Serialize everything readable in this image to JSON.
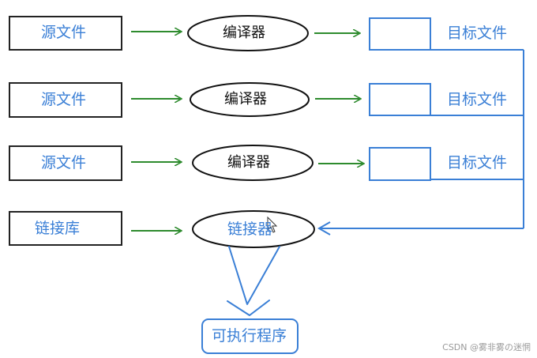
{
  "source_files": [
    {
      "label": "源文件"
    },
    {
      "label": "源文件"
    },
    {
      "label": "源文件"
    },
    {
      "label": "链接库"
    }
  ],
  "processors": [
    {
      "label": "编译器"
    },
    {
      "label": "编译器"
    },
    {
      "label": "编译器"
    },
    {
      "label": "链接器"
    }
  ],
  "object_files": [
    {
      "label": "目标文件"
    },
    {
      "label": "目标文件"
    },
    {
      "label": "目标文件"
    }
  ],
  "output": {
    "label": "可执行程序"
  },
  "watermark": "CSDN @雾非雾の迷惘",
  "colors": {
    "source_border": "#222222",
    "source_text": "#3a7fd6",
    "green_arrow": "#2e8b2e",
    "blue": "#3a7fd6"
  }
}
